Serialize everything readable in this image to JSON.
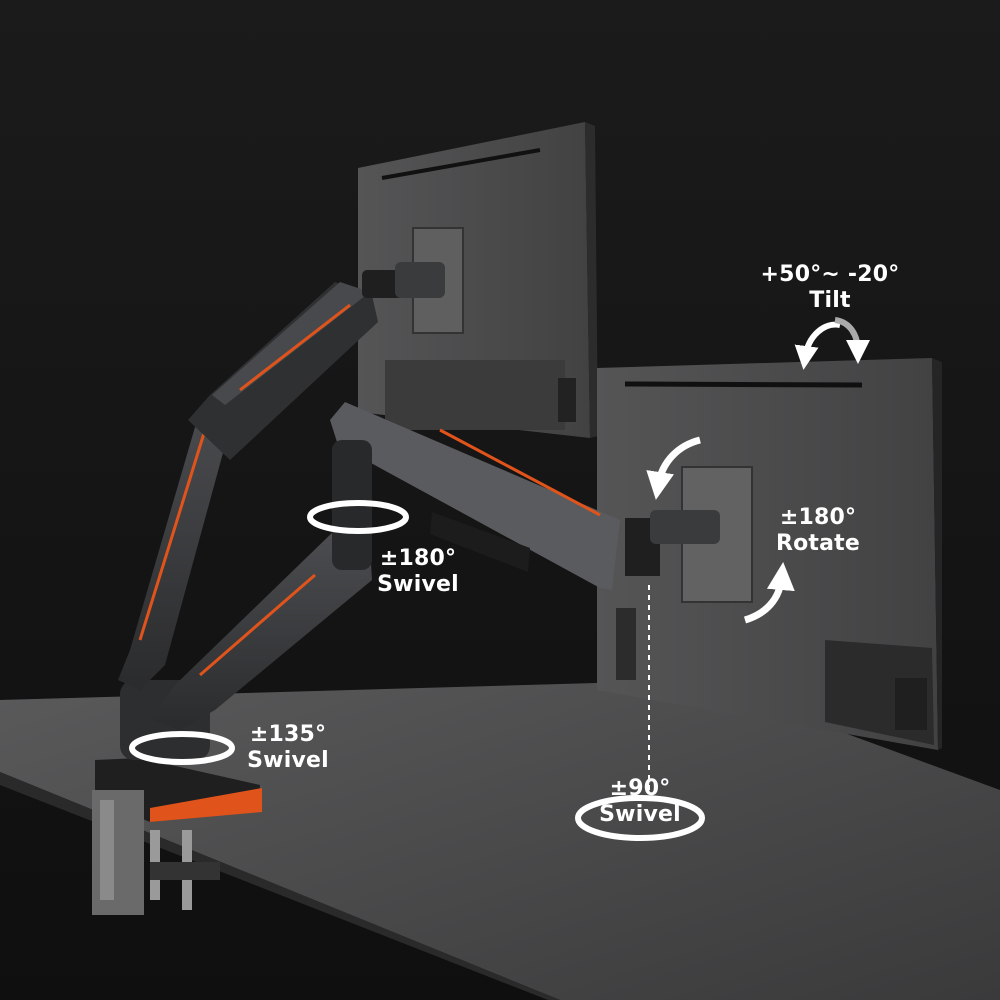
{
  "annotations": {
    "tilt": {
      "range": "+50°~ -20°",
      "name": "Tilt"
    },
    "rotate": {
      "range": "±180°",
      "name": "Rotate"
    },
    "arm_swivel": {
      "range": "±180°",
      "name": "Swivel"
    },
    "base_swivel": {
      "range": "±135°",
      "name": "Swivel"
    },
    "monitor_swivel": {
      "range": "±90°",
      "name": "Swivel"
    }
  },
  "colors": {
    "background": "#161616",
    "accent": "#e0541c",
    "arm": "#3b3c3e",
    "desk": "#4a4a4b",
    "monitor": "#4b4b4c"
  }
}
